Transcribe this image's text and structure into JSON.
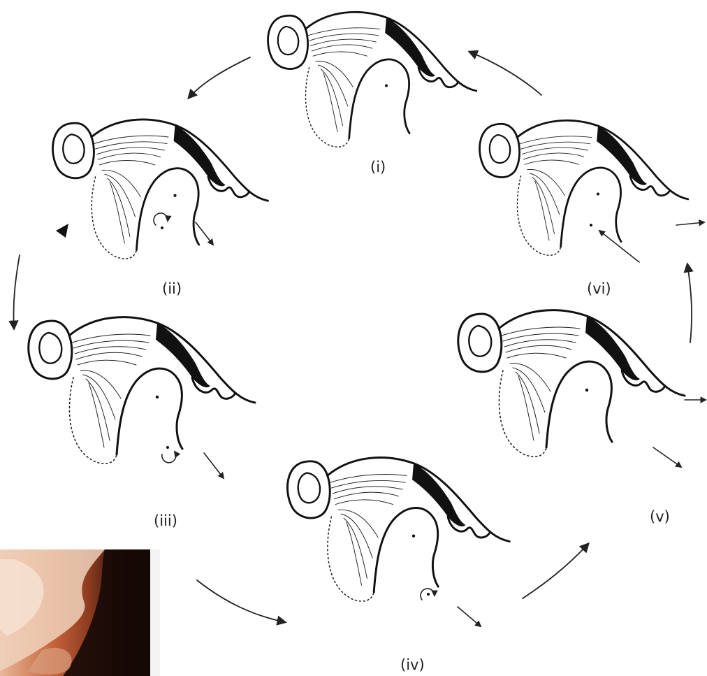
{
  "stage_labels": {
    "i": "(i)",
    "ii": "(ii)",
    "iii": "(iii)",
    "iv": "(iv)",
    "v": "(v)",
    "vi": "(vi)"
  },
  "colors": {
    "ink": "#111111",
    "paper": "#ffffff",
    "photo_tissue": "#c8643c",
    "photo_dark": "#1a0c08"
  }
}
